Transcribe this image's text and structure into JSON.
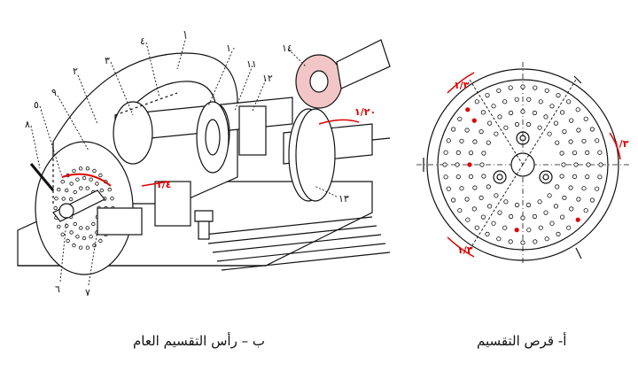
{
  "captions": {
    "left": "ب – رأس التقسيم العام",
    "right": "أ- قرص التقسيم"
  },
  "part_labels": [
    "١",
    "٢",
    "٣",
    "٤",
    "٥",
    "٦",
    "٧",
    "٨",
    "٩",
    "١٠",
    "١١",
    "١٢",
    "١٣",
    "١٤"
  ],
  "angle_labels": {
    "head_fraction": "١/٤",
    "disc_top_left": "١/٣",
    "disc_bottom_left": "١/٣",
    "disc_right": "١/٣",
    "head_right": "١/٢٠"
  },
  "colors": {
    "line": "#111111",
    "accent": "#d00000",
    "gear": "#f2c6c6"
  }
}
